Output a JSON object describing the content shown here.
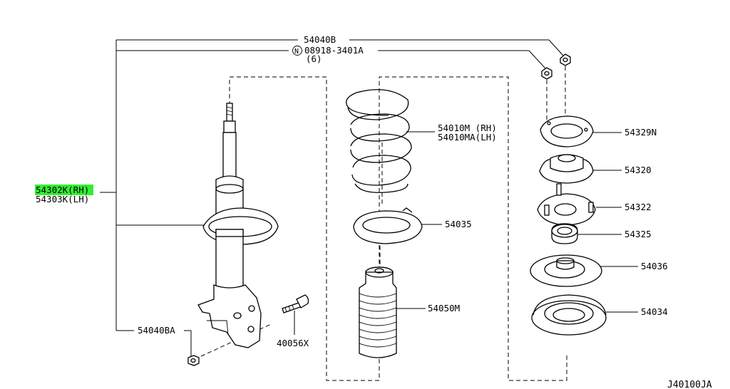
{
  "diagram": {
    "reference_code": "J40100JA",
    "highlight_color": "#33ee33",
    "labels": {
      "p54040B": "54040B",
      "p08918": "08918-3401A",
      "p08918_qty": "(6)",
      "p08918_prefix": "N",
      "p54302K": "54302K(RH)",
      "p54303K": "54303K(LH)",
      "p54040BA": "54040BA",
      "p40056X": "40056X",
      "p54010M": "54010M (RH)",
      "p54010MA": "54010MA(LH)",
      "p54035": "54035",
      "p54050M": "54050M",
      "p54329N": "54329N",
      "p54320": "54320",
      "p54322": "54322",
      "p54325": "54325",
      "p54036": "54036",
      "p54034": "54034"
    }
  }
}
